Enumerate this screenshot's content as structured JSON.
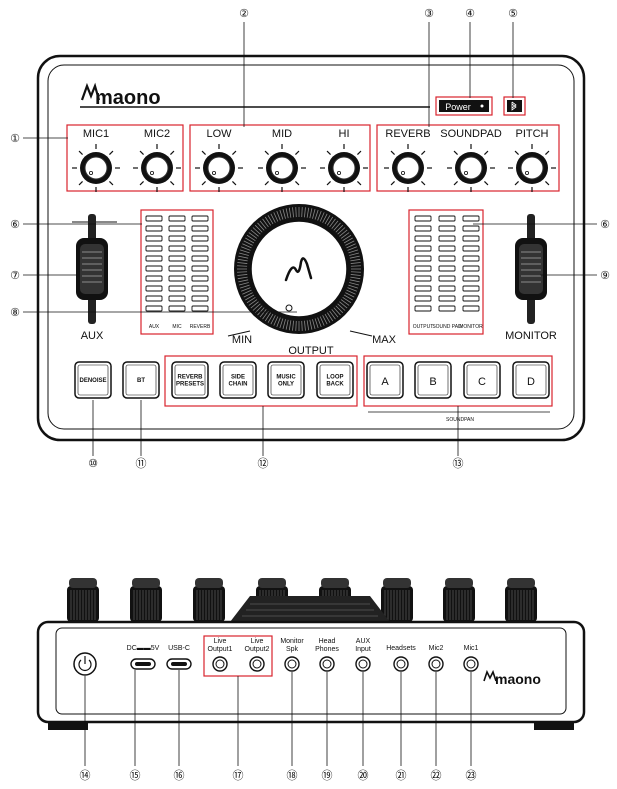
{
  "brand": "maono",
  "power_label": "Power",
  "top_callouts": [
    "①",
    "②",
    "③",
    "④",
    "⑤",
    "⑥",
    "⑦",
    "⑧",
    "⑥",
    "⑨",
    "⑩",
    "⑪",
    "⑫",
    "⑬"
  ],
  "knob_labels": [
    "MIC1",
    "MIC2",
    "LOW",
    "MID",
    "HI",
    "REVERB",
    "SOUNDPAD",
    "PITCH"
  ],
  "aux_label": "AUX",
  "monitor_label": "MONITOR",
  "output_label": "OUTPUT",
  "min_label": "MIN",
  "max_label": "MAX",
  "left_meter_labels": [
    "AUX",
    "MIC",
    "REVERB"
  ],
  "right_meter_labels": [
    "OUTPUT",
    "SOUND PAD",
    "MONITOR"
  ],
  "buttons": [
    "DENOISE",
    "BT",
    "REVERB PRESETS",
    "SIDE CHAIN",
    "MUSIC ONLY",
    "LOOP BACK"
  ],
  "pad_buttons": [
    "A",
    "B",
    "C",
    "D"
  ],
  "soundpad_label": "SOUNDPAN",
  "rear_ports": [
    {
      "label1": "DC",
      "label2": "5V"
    },
    {
      "label1": "USB-C",
      "label2": ""
    },
    {
      "label1": "Live",
      "label2": "Output1"
    },
    {
      "label1": "Live",
      "label2": "Output2"
    },
    {
      "label1": "Monitor",
      "label2": "Spk"
    },
    {
      "label1": "Head",
      "label2": "Phones"
    },
    {
      "label1": "AUX",
      "label2": "Input"
    },
    {
      "label1": "Headsets",
      "label2": ""
    },
    {
      "label1": "Mic2",
      "label2": ""
    },
    {
      "label1": "Mic1",
      "label2": ""
    }
  ],
  "bottom_callouts": [
    "⑭",
    "⑮",
    "⑯",
    "⑰",
    "⑱",
    "⑲",
    "⑳",
    "㉑",
    "㉒",
    "㉓"
  ],
  "colors": {
    "highlight": "#d9232d",
    "device": "#1a1a1a"
  }
}
